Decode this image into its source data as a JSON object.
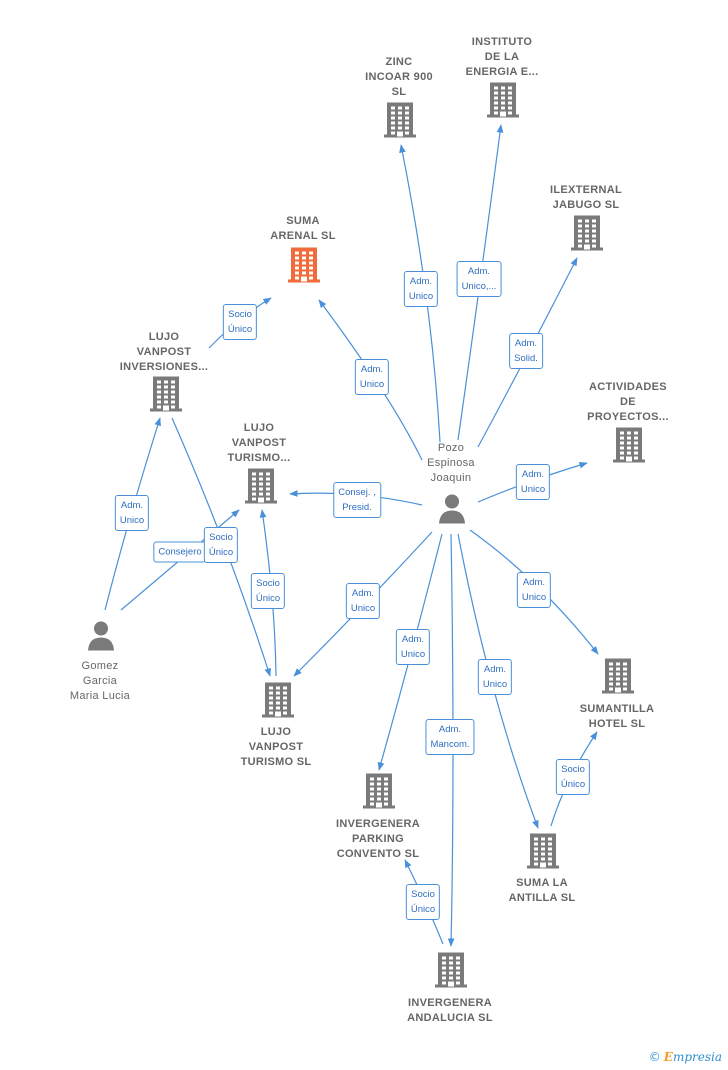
{
  "nodes": [
    {
      "id": "suma_arenal",
      "kind": "company",
      "highlight": true,
      "label": "SUMA\nARENAL  SL"
    },
    {
      "id": "zinc",
      "kind": "company",
      "label": "ZINC\nINCOAR 900\nSL"
    },
    {
      "id": "instituto",
      "kind": "company",
      "label": "INSTITUTO\nDE LA\nENERGIA E..."
    },
    {
      "id": "ilexternal",
      "kind": "company",
      "label": "ILEXTERNAL\nJABUGO  SL"
    },
    {
      "id": "actividades",
      "kind": "company",
      "label": "ACTIVIDADES\nDE\nPROYECTOS..."
    },
    {
      "id": "lujo_inv",
      "kind": "company",
      "label": "LUJO\nVANPOST\nINVERSIONES..."
    },
    {
      "id": "lujo_tur_top",
      "kind": "company",
      "label": "LUJO\nVANPOST\nTURISMO..."
    },
    {
      "id": "pozo",
      "kind": "person",
      "center": true,
      "label": "Pozo\nEspinosa\nJoaquin"
    },
    {
      "id": "gomez",
      "kind": "person",
      "label": "Gomez\nGarcia\nMaria Lucia"
    },
    {
      "id": "lujo_tur_sl",
      "kind": "company",
      "label": "LUJO\nVANPOST\nTURISMO  SL"
    },
    {
      "id": "sumantilla",
      "kind": "company",
      "label": "SUMANTILLA\nHOTEL  SL"
    },
    {
      "id": "invergenera_parking",
      "kind": "company",
      "label": "INVERGENERA\nPARKING\nCONVENTO  SL"
    },
    {
      "id": "suma_antilla",
      "kind": "company",
      "label": "SUMA LA\nANTILLA  SL"
    },
    {
      "id": "invergenera_andalucia",
      "kind": "company",
      "label": "INVERGENERA\nANDALUCIA  SL"
    }
  ],
  "edges": [
    {
      "id": "e1",
      "label": "Adm.\nUnico"
    },
    {
      "id": "e2",
      "label": "Adm.\nUnico"
    },
    {
      "id": "e3",
      "label": "Adm.\nUnico,..."
    },
    {
      "id": "e4",
      "label": "Adm.\nSolid."
    },
    {
      "id": "e5",
      "label": "Adm.\nUnico"
    },
    {
      "id": "e6",
      "label": "Consej. ,\nPresid."
    },
    {
      "id": "e7",
      "label": "Adm.\nUnico"
    },
    {
      "id": "e8",
      "label": "Adm.\nUnico"
    },
    {
      "id": "e9",
      "label": "Adm.\nMancom."
    },
    {
      "id": "e10",
      "label": "Adm.\nUnico"
    },
    {
      "id": "e11",
      "label": "Adm.\nUnico"
    },
    {
      "id": "e12",
      "label": "Socio\nÚnico"
    },
    {
      "id": "e13",
      "label": "Adm.\nUnico"
    },
    {
      "id": "e14",
      "label": "Consejero"
    },
    {
      "id": "e15",
      "label": "Socio\nÚnico"
    },
    {
      "id": "e16",
      "label": "Socio\nÚnico"
    },
    {
      "id": "e17",
      "label": "Socio\nÚnico"
    },
    {
      "id": "e18",
      "label": "Socio\nÚnico"
    }
  ],
  "colors": {
    "edge": "#4a90d9",
    "icon": "#7a7a7a",
    "highlight": "#f26b3a"
  },
  "brand": {
    "copyright": "©",
    "name": "mpresia",
    "initial": "E"
  }
}
